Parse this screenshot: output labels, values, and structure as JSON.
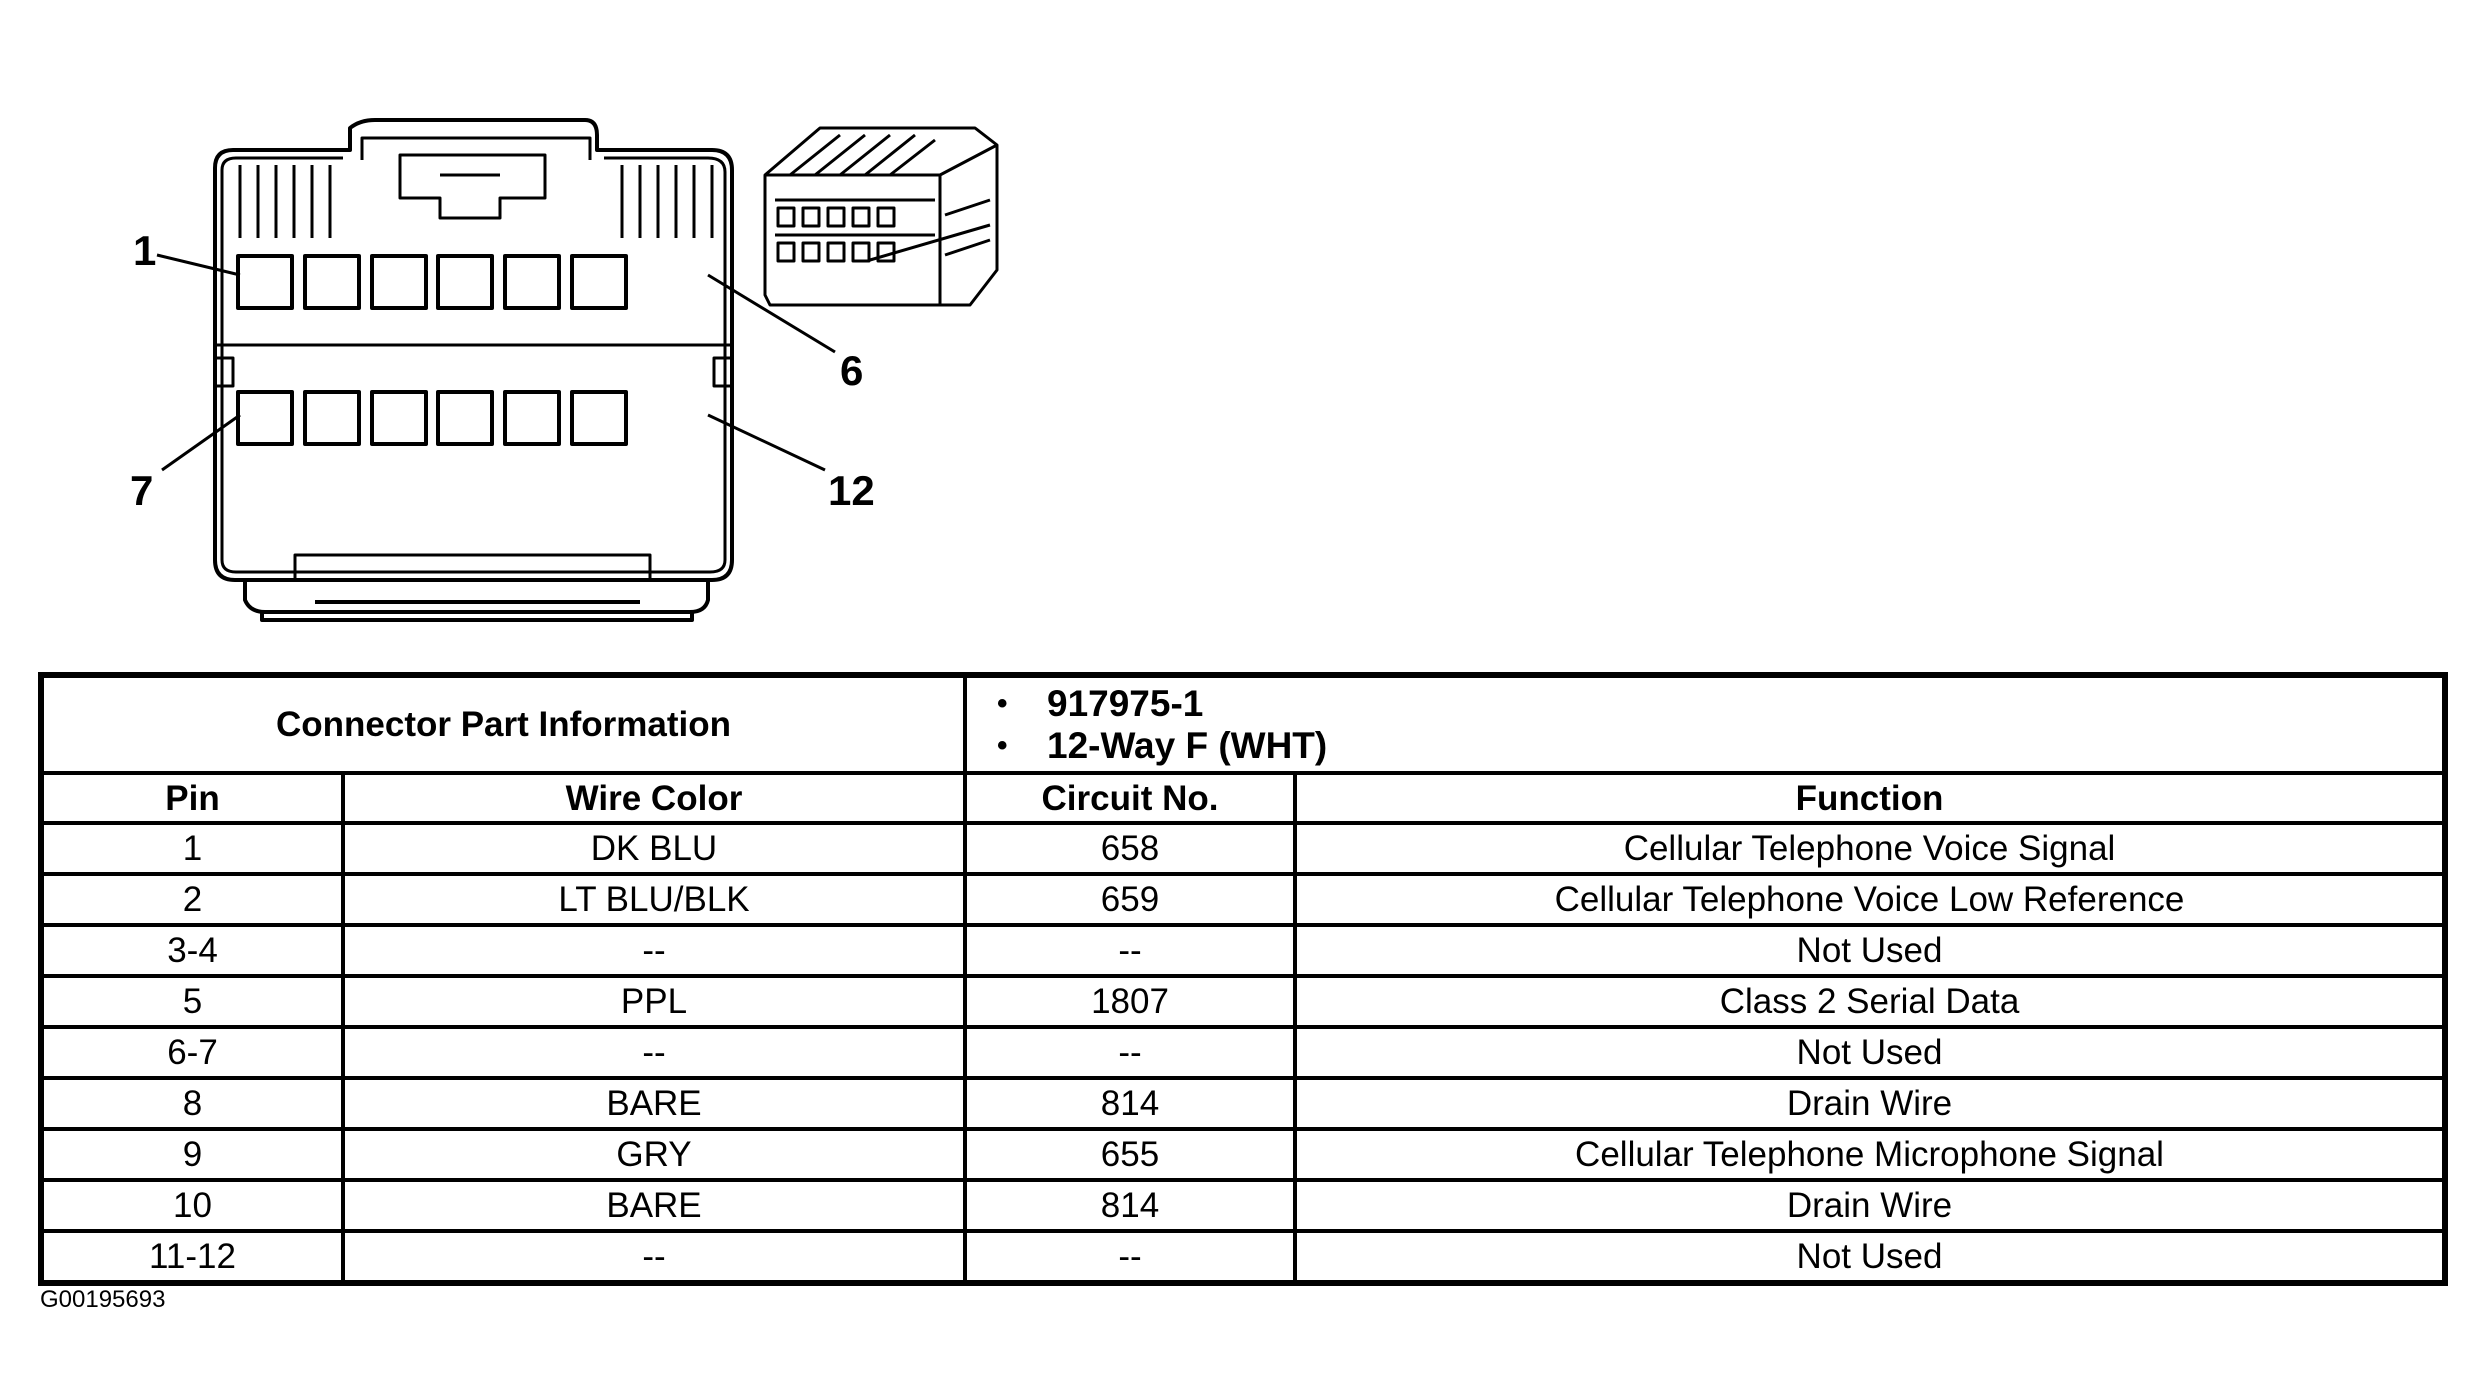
{
  "diagram": {
    "pin_labels": [
      "1",
      "6",
      "7",
      "12"
    ]
  },
  "table": {
    "part_info_title": "Connector Part Information",
    "part_info_items": [
      "917975-1",
      "12-Way F (WHT)"
    ],
    "columns": [
      "Pin",
      "Wire Color",
      "Circuit No.",
      "Function"
    ],
    "rows": [
      [
        "1",
        "DK BLU",
        "658",
        "Cellular Telephone Voice Signal"
      ],
      [
        "2",
        "LT BLU/BLK",
        "659",
        "Cellular Telephone Voice Low Reference"
      ],
      [
        "3-4",
        "--",
        "--",
        "Not Used"
      ],
      [
        "5",
        "PPL",
        "1807",
        "Class 2 Serial Data"
      ],
      [
        "6-7",
        "--",
        "--",
        "Not Used"
      ],
      [
        "8",
        "BARE",
        "814",
        "Drain Wire"
      ],
      [
        "9",
        "GRY",
        "655",
        "Cellular Telephone Microphone Signal"
      ],
      [
        "10",
        "BARE",
        "814",
        "Drain Wire"
      ],
      [
        "11-12",
        "--",
        "--",
        "Not Used"
      ]
    ]
  },
  "figure_code": "G00195693"
}
